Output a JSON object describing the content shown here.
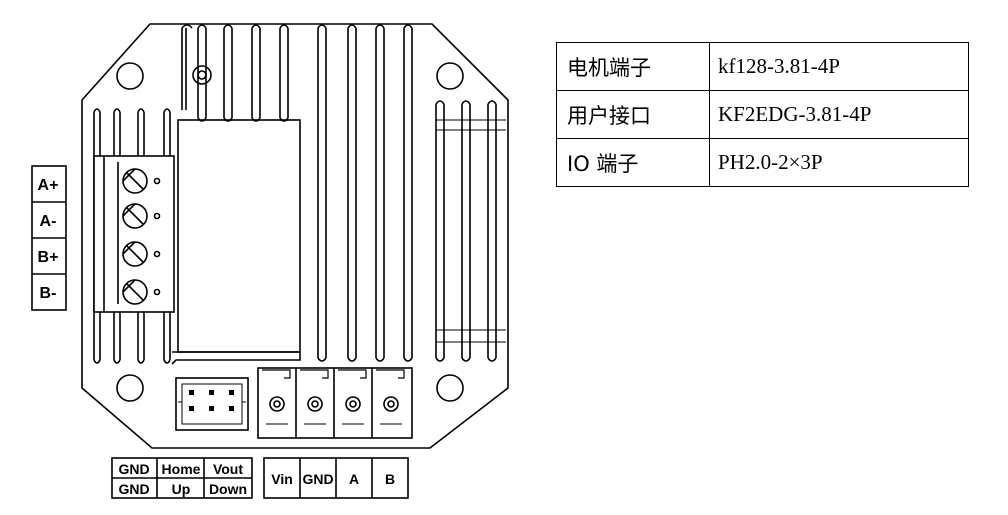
{
  "side_labels": [
    "A+",
    "A-",
    "B+",
    "B-"
  ],
  "io_header": {
    "top": [
      "GND",
      "Home",
      "Vout"
    ],
    "bottom": [
      "GND",
      "Up",
      "Down"
    ]
  },
  "user_terminals": [
    "Vin",
    "GND",
    "A",
    "B"
  ],
  "spec_table": [
    {
      "name": "电机端子",
      "value": "kf128-3.81-4P"
    },
    {
      "name": "用户接口",
      "value": "KF2EDG-3.81-4P"
    },
    {
      "name": "IO 端子",
      "value": "PH2.0-2×3P"
    }
  ]
}
